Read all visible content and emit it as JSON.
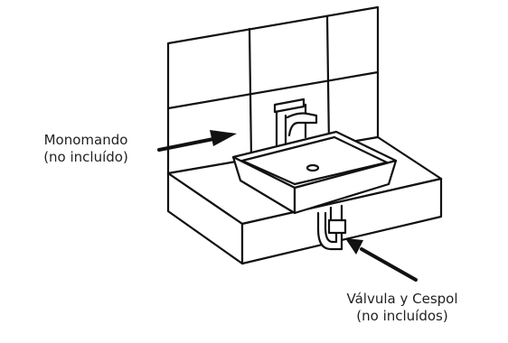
{
  "labels": {
    "faucet": {
      "line1": "Monomando",
      "line2": "(no incluído)"
    },
    "valve": {
      "line1": "Válvula y Cespol",
      "line2": "(no incluídos)"
    }
  },
  "colors": {
    "stroke": "#111111",
    "text": "#222222",
    "background": "#ffffff"
  }
}
